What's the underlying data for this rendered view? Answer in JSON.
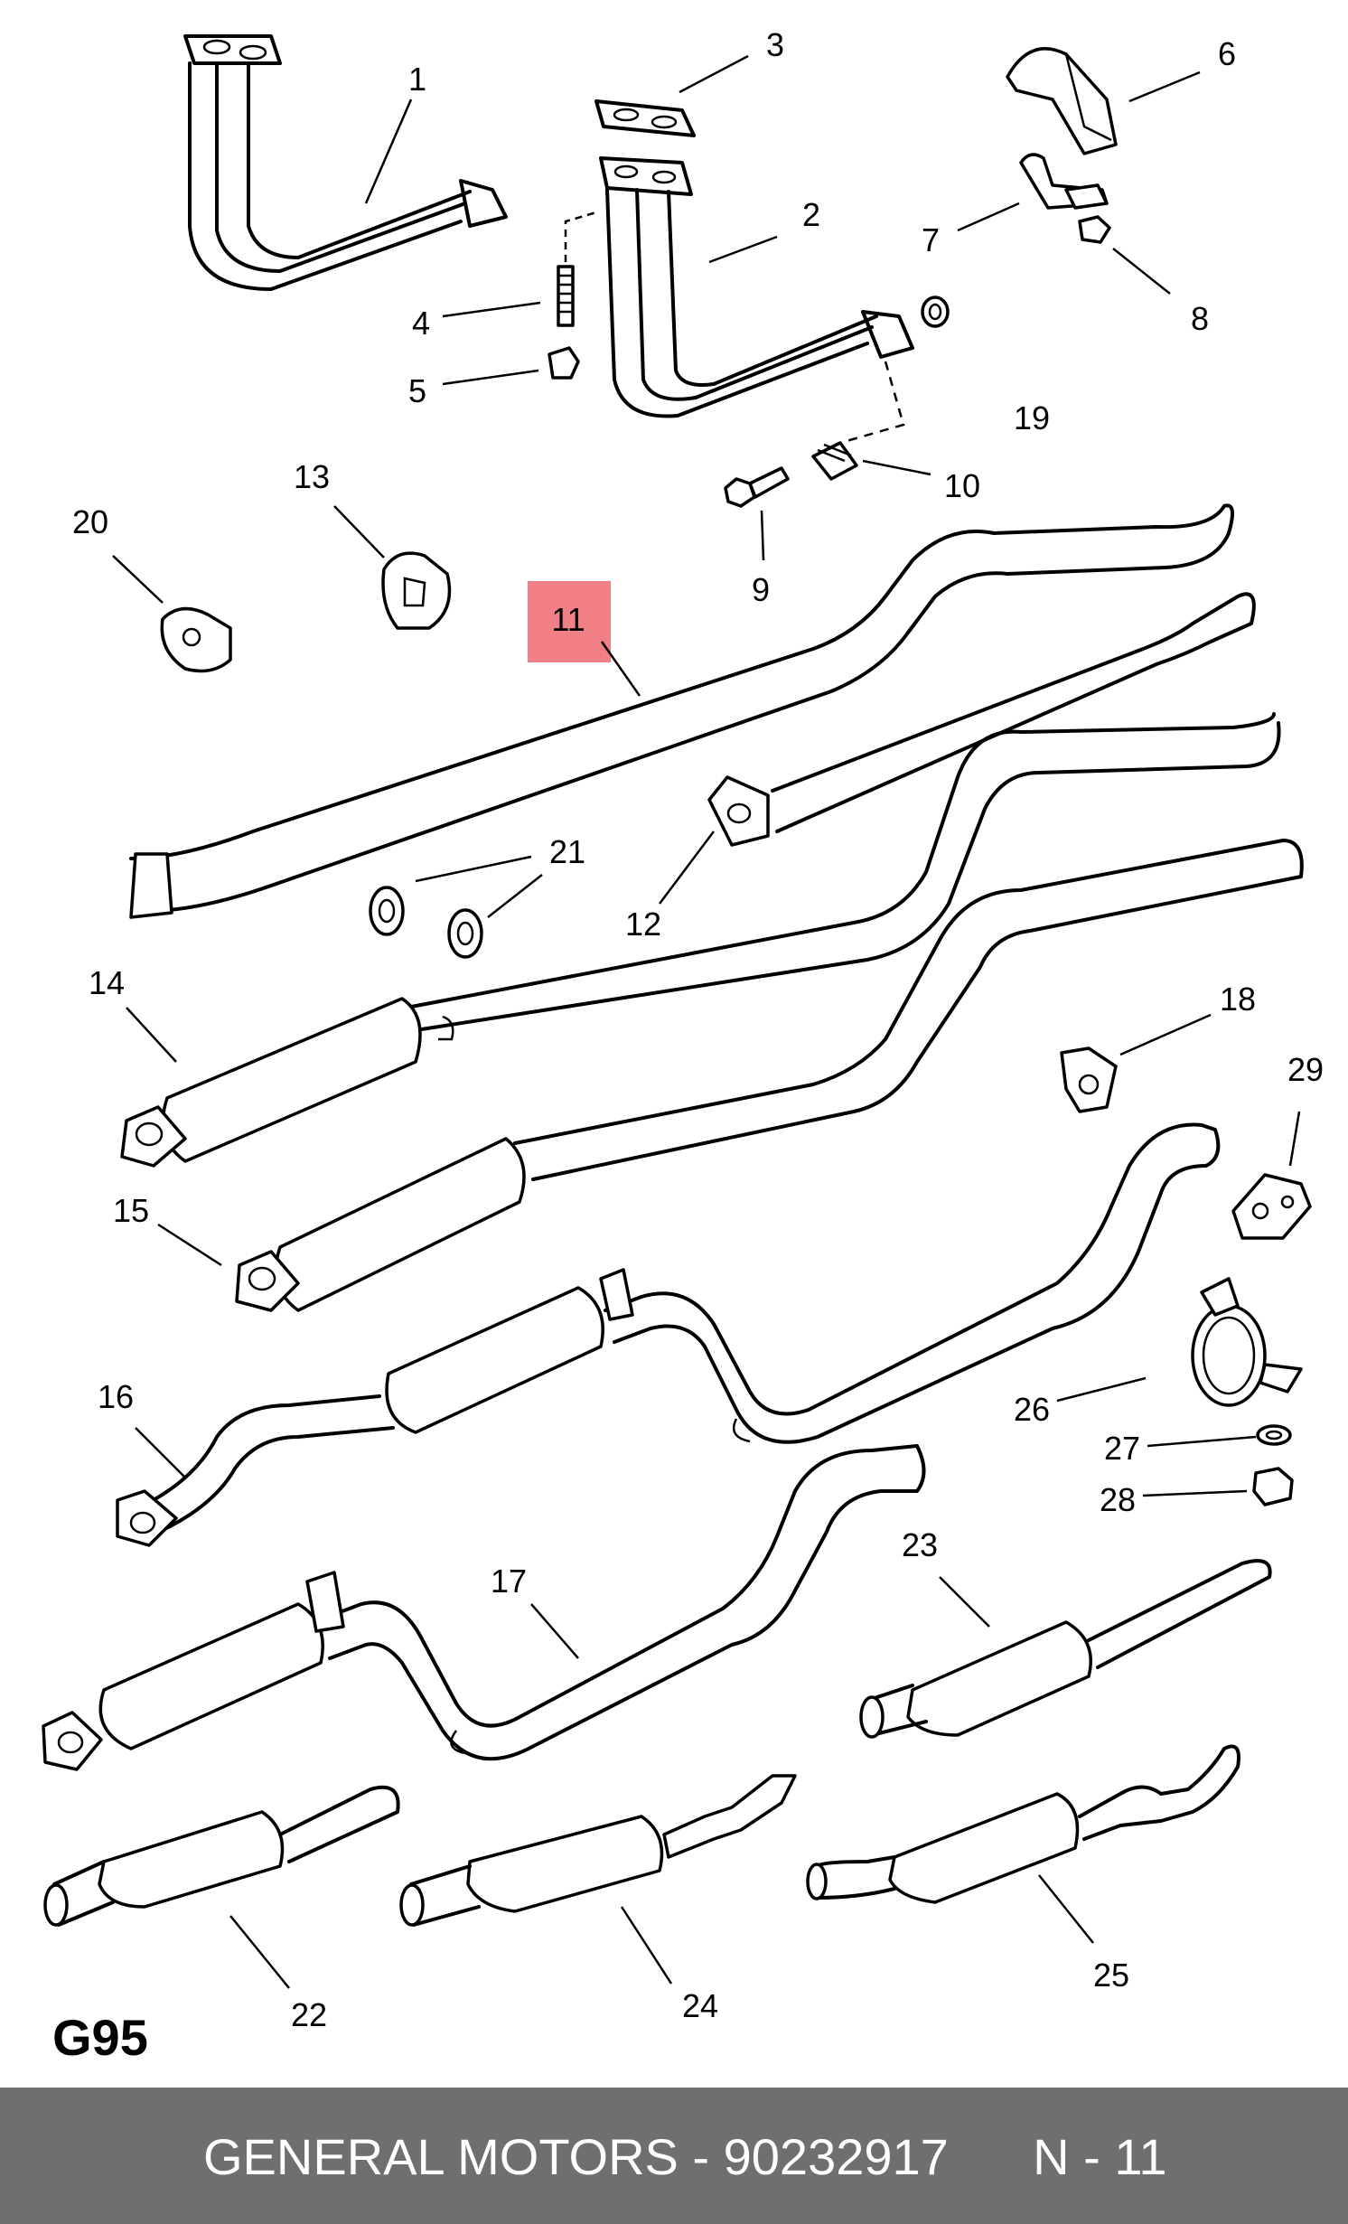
{
  "diagram": {
    "sheet_code": "G95",
    "highlighted_callout": "11",
    "highlight_color": "#f07f86",
    "callouts": [
      "1",
      "2",
      "3",
      "4",
      "5",
      "6",
      "7",
      "8",
      "9",
      "10",
      "11",
      "12",
      "13",
      "14",
      "15",
      "16",
      "17",
      "18",
      "19",
      "20",
      "21",
      "22",
      "23",
      "24",
      "25",
      "26",
      "27",
      "28",
      "29"
    ]
  },
  "footer": {
    "text": "GENERAL MOTORS - 90232917      N - 11",
    "background": "#6f6f6f",
    "text_color": "#ffffff"
  }
}
